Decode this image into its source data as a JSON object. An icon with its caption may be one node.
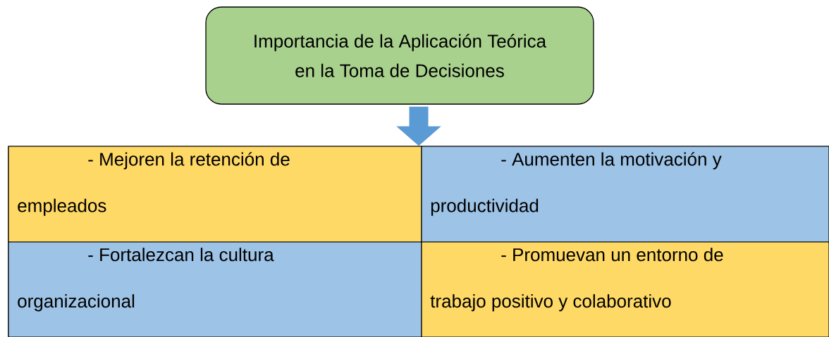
{
  "diagram": {
    "nodes": [
      {
        "text": [
          "Importancia de la Aplicación Teórica en la Toma de Decisiones"
        ]
      },
      {
        "text": [],
        "shape": "box"
      },
      {
        "text": [
          "- Mejoren la retención de empleados"
        ],
        "in": 1
      },
      {
        "text": [
          "- Aumenten la motivación y productividad"
        ],
        "in": 1
      },
      {
        "text": [
          "- Fortalezcan la cultura organizacional"
        ],
        "in": 1
      },
      {
        "text": [
          "- Promuevan un entorno de trabajo positivo y colaborativo"
        ],
        "in": 1
      }
    ],
    "edges": [
      {
        "from": 0,
        "to": 1,
        "arrow": "to"
      }
    ]
  }
}
